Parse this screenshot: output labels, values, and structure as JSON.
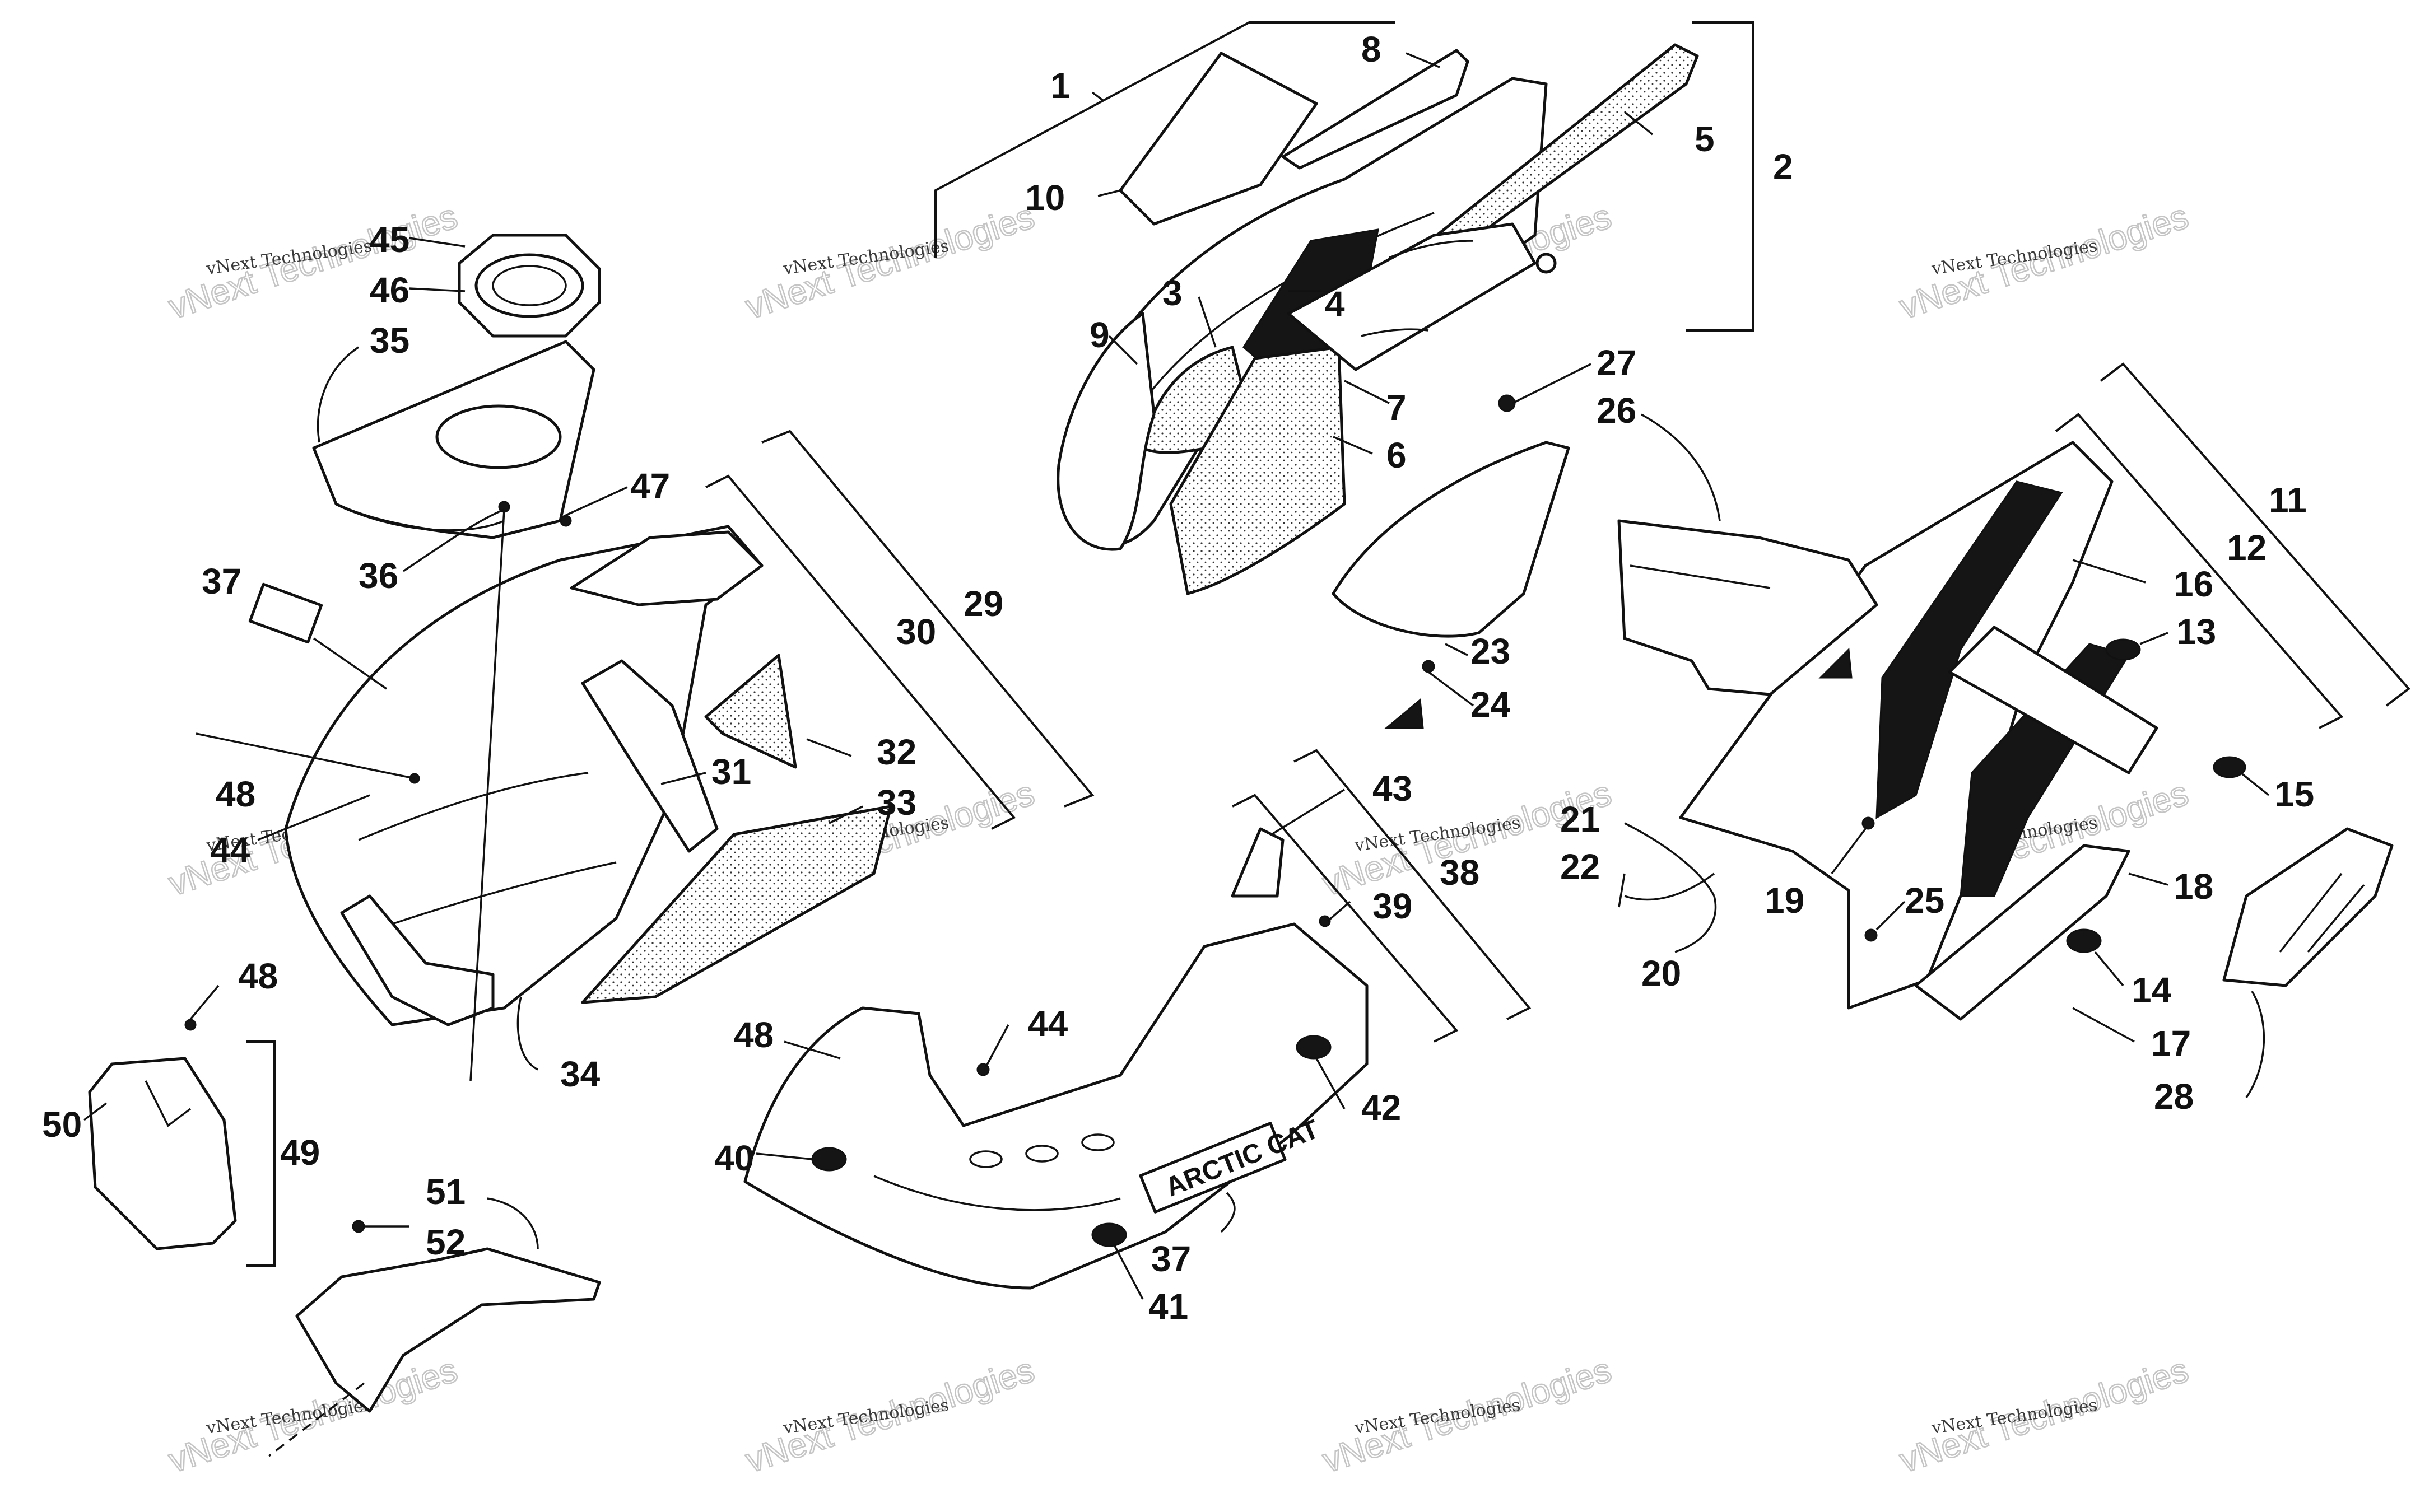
{
  "diagram": {
    "brand_text": "ARCTIC CAT",
    "watermark": {
      "line1": "vNext Technologies",
      "line2": "vNext Technologies"
    },
    "labels": [
      {
        "id": "1",
        "text": "1"
      },
      {
        "id": "2",
        "text": "2"
      },
      {
        "id": "3",
        "text": "3"
      },
      {
        "id": "4",
        "text": "4"
      },
      {
        "id": "5",
        "text": "5"
      },
      {
        "id": "6",
        "text": "6"
      },
      {
        "id": "7",
        "text": "7"
      },
      {
        "id": "8",
        "text": "8"
      },
      {
        "id": "9",
        "text": "9"
      },
      {
        "id": "10",
        "text": "10"
      },
      {
        "id": "11",
        "text": "11"
      },
      {
        "id": "12",
        "text": "12"
      },
      {
        "id": "13",
        "text": "13"
      },
      {
        "id": "14",
        "text": "14"
      },
      {
        "id": "15",
        "text": "15"
      },
      {
        "id": "16",
        "text": "16"
      },
      {
        "id": "17",
        "text": "17"
      },
      {
        "id": "18",
        "text": "18"
      },
      {
        "id": "19",
        "text": "19"
      },
      {
        "id": "20",
        "text": "20"
      },
      {
        "id": "21",
        "text": "21"
      },
      {
        "id": "22",
        "text": "22"
      },
      {
        "id": "23",
        "text": "23"
      },
      {
        "id": "24",
        "text": "24"
      },
      {
        "id": "25",
        "text": "25"
      },
      {
        "id": "26",
        "text": "26"
      },
      {
        "id": "27",
        "text": "27"
      },
      {
        "id": "28",
        "text": "28"
      },
      {
        "id": "29",
        "text": "29"
      },
      {
        "id": "30",
        "text": "30"
      },
      {
        "id": "31",
        "text": "31"
      },
      {
        "id": "32",
        "text": "32"
      },
      {
        "id": "33",
        "text": "33"
      },
      {
        "id": "34",
        "text": "34"
      },
      {
        "id": "35",
        "text": "35"
      },
      {
        "id": "36",
        "text": "36"
      },
      {
        "id": "37a",
        "text": "37"
      },
      {
        "id": "37b",
        "text": "37"
      },
      {
        "id": "38",
        "text": "38"
      },
      {
        "id": "39",
        "text": "39"
      },
      {
        "id": "40",
        "text": "40"
      },
      {
        "id": "41",
        "text": "41"
      },
      {
        "id": "42",
        "text": "42"
      },
      {
        "id": "43",
        "text": "43"
      },
      {
        "id": "44a",
        "text": "44"
      },
      {
        "id": "44b",
        "text": "44"
      },
      {
        "id": "45",
        "text": "45"
      },
      {
        "id": "46",
        "text": "46"
      },
      {
        "id": "47",
        "text": "47"
      },
      {
        "id": "48a",
        "text": "48"
      },
      {
        "id": "48b",
        "text": "48"
      },
      {
        "id": "48c",
        "text": "48"
      },
      {
        "id": "49",
        "text": "49"
      },
      {
        "id": "50",
        "text": "50"
      },
      {
        "id": "51",
        "text": "51"
      },
      {
        "id": "52",
        "text": "52"
      }
    ]
  }
}
